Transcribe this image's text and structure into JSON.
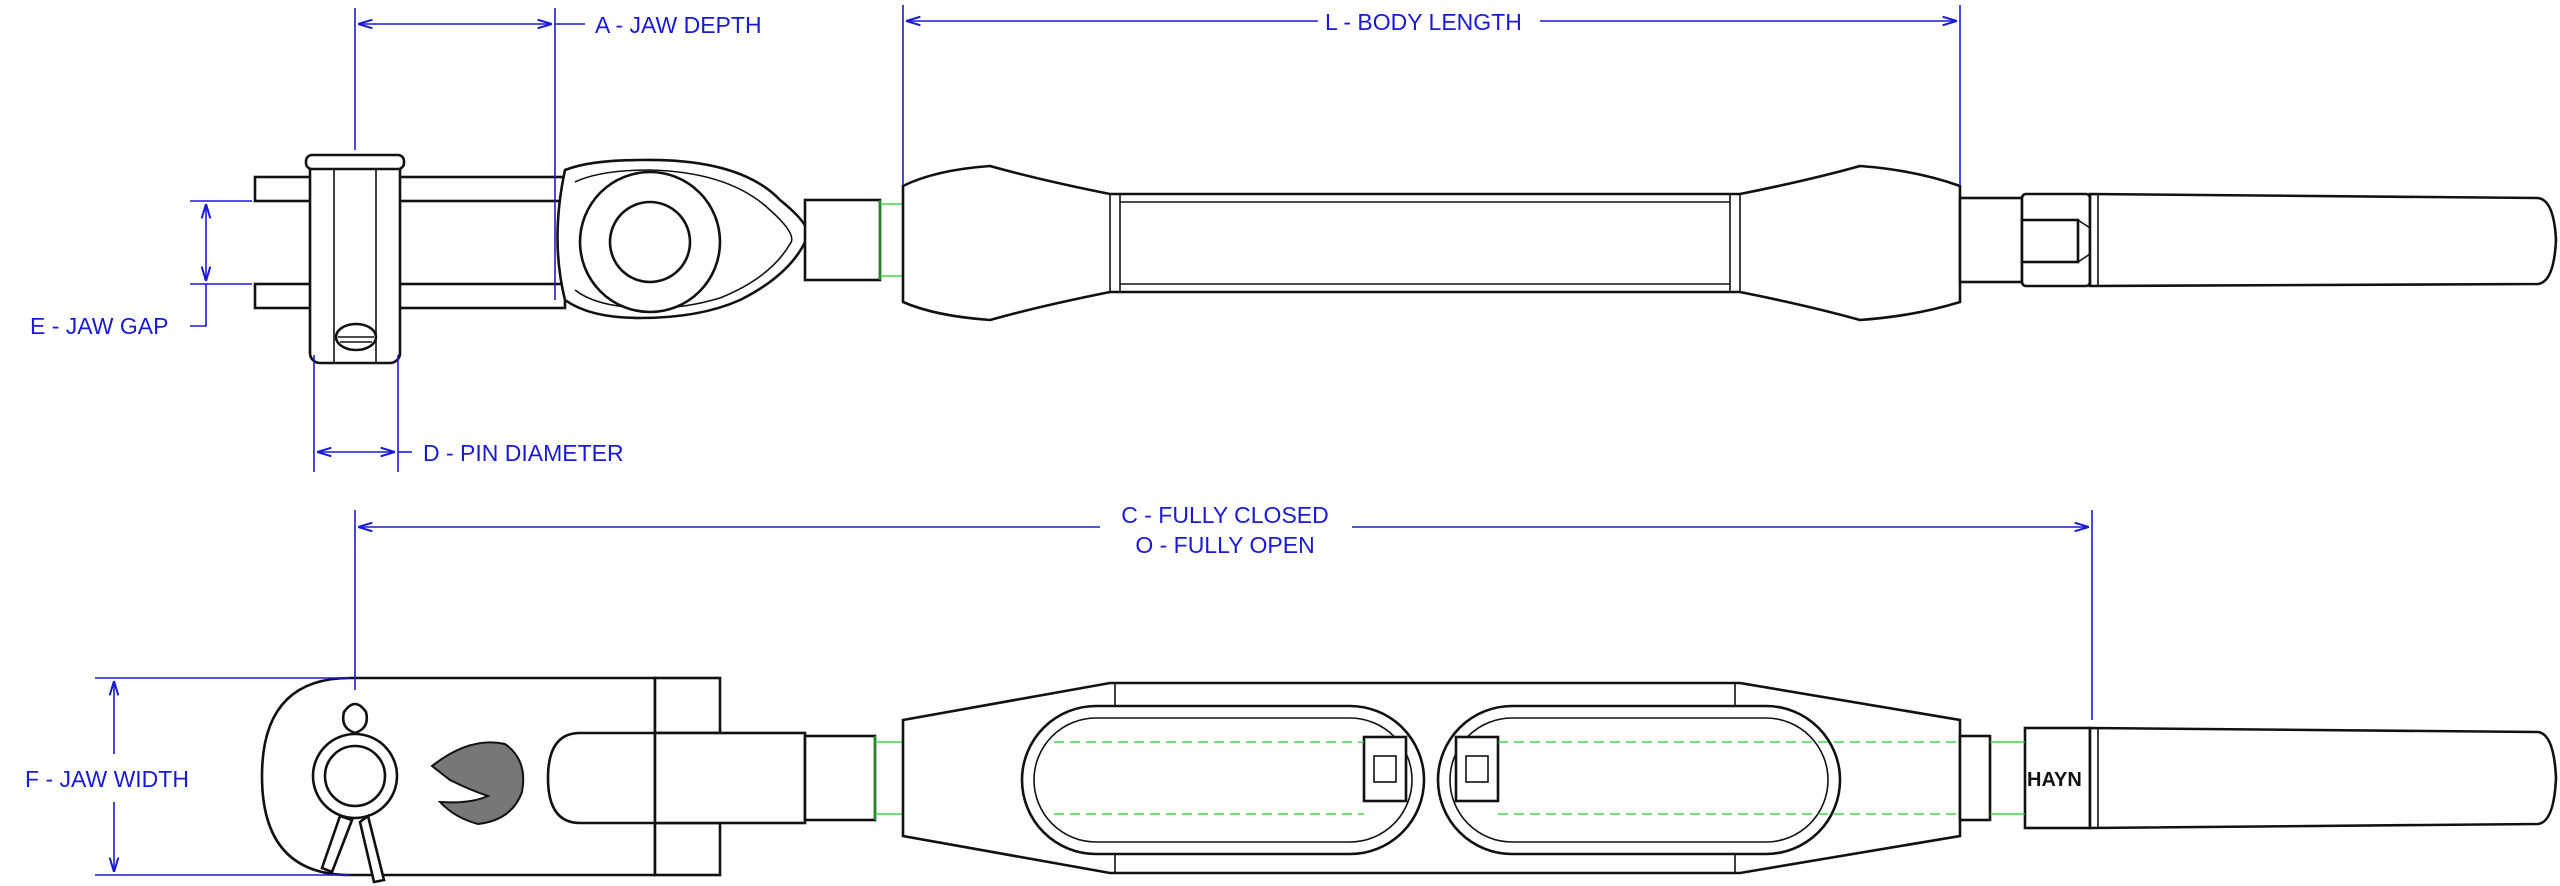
{
  "dimensions": {
    "jaw_depth": "A - JAW DEPTH",
    "body_length": "L - BODY LENGTH",
    "jaw_gap": "E - JAW GAP",
    "pin_diameter": "D - PIN DIAMETER",
    "fully_closed": "C - FULLY CLOSED",
    "fully_open": "O -  FULLY OPEN",
    "jaw_width": "F - JAW WIDTH"
  },
  "marking": {
    "stamp": "HAYN"
  },
  "colors": {
    "dimension_lines": "#1a1ad6",
    "outline": "#111111",
    "thread_lines": "#22cc22"
  }
}
